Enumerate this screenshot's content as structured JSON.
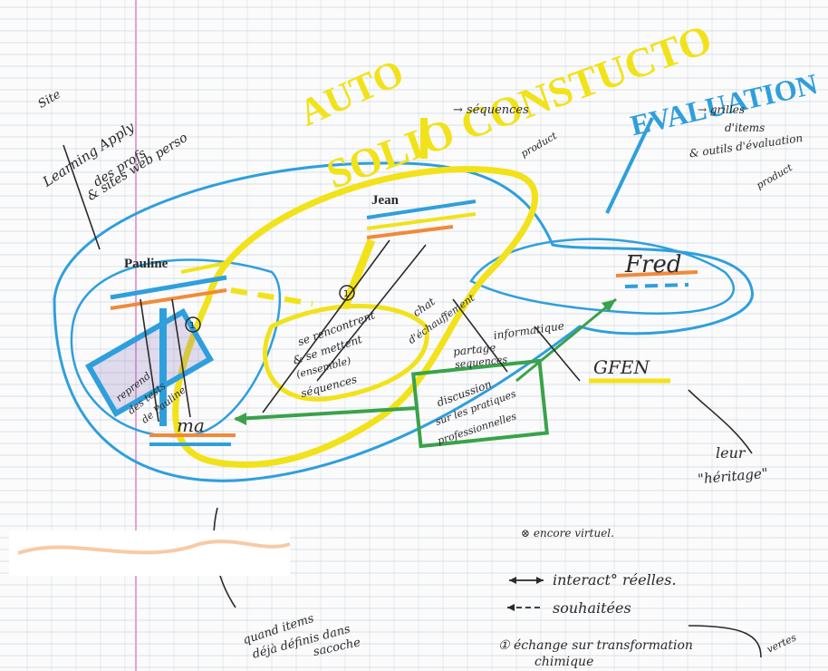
{
  "sheet": {
    "colors": {
      "yellow": "#f1e21a",
      "blue": "#2f9fdc",
      "green": "#3aa24a",
      "orange": "#f08a3a",
      "ink": "#2a2a2a",
      "margin_line": "#e2a2d2",
      "rule_line": "#b9c6d6"
    },
    "titles": {
      "auto": "AUTO",
      "socio": "SOLIO CONSTUCTO",
      "evaluation": "EVALUATION"
    },
    "top_left_notes": {
      "line1": "Site",
      "line2": "Learning Apply",
      "line3": "& sites web perso",
      "line4": "des profs"
    },
    "top_notes": {
      "sequences": "→ séquences",
      "product_left": "product",
      "grilles_line1": "→ grilles",
      "grilles_line2": "d'items",
      "grilles_line3": "& outils d'évaluation",
      "product_right": "product"
    },
    "people": {
      "jean": "Jean",
      "pauline": "Pauline",
      "ma": "ma",
      "fred": "Fred",
      "gfen": "GFEN"
    },
    "diagram_text": {
      "circle_1": "1",
      "center_line1": "se rencontrent",
      "center_line2": "& se mettent",
      "center_line3": "(ensemble)",
      "center_line4": "séquences",
      "chat_line1": "chat",
      "chat_line2": "d'échauffement",
      "left_box_line1": "reprend",
      "left_box_line2": "des tests",
      "left_box_line3": "de Pauline",
      "informatique": "informatique",
      "partage_line1": "partage",
      "partage_line2": "sequences",
      "green_box_line1": "discussion",
      "green_box_line2": "sur les pratiques",
      "green_box_line3": "professionnelles",
      "leur_line1": "leur",
      "leur_line2": "\"héritage\""
    },
    "bottom_notes": {
      "redacted": "",
      "quand": "quand items",
      "deja": "déjà définis dans",
      "sacoche": "sacoche",
      "encore": "⊗ encore virtuel.",
      "interact": "interact° réelles.",
      "souhaitees": "souhaitées",
      "echange1": "① échange sur transformation",
      "echange2": "chimique",
      "corner": "vertes"
    }
  }
}
